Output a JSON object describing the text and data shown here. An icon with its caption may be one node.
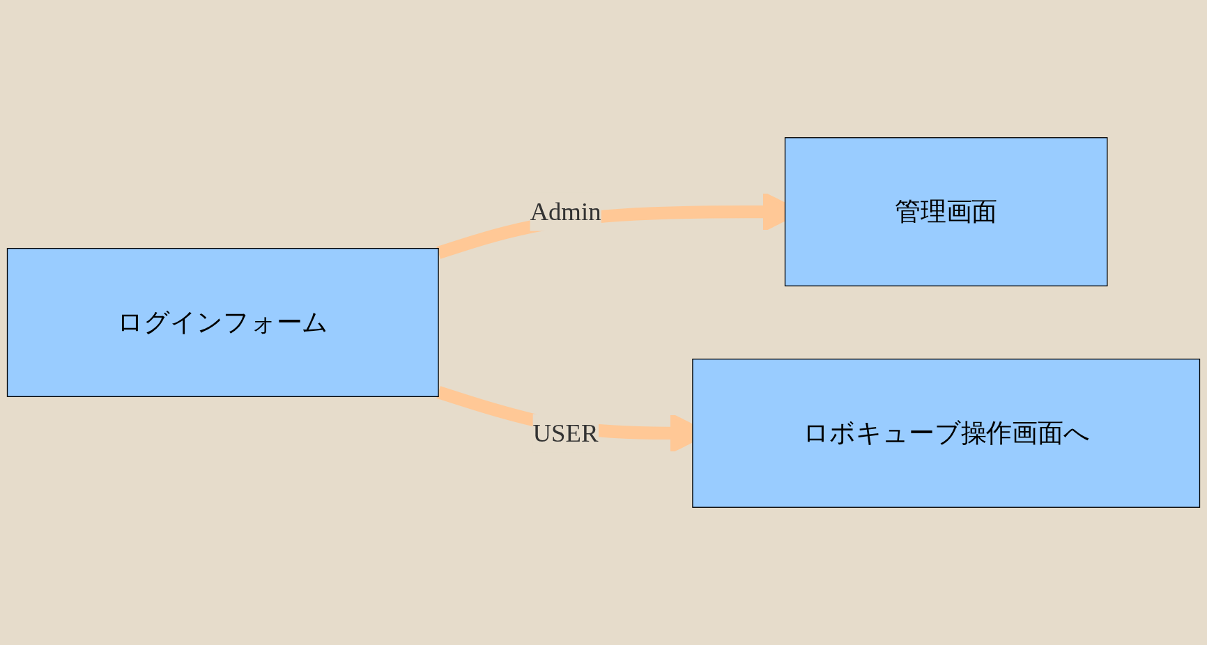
{
  "diagram": {
    "nodes": [
      {
        "text": [
          "ログインフォーム"
        ]
      },
      {
        "text": [
          "管理画面"
        ]
      },
      {
        "text": [
          "ロボキューブ操作画面へ"
        ]
      }
    ],
    "edges": [
      {
        "from": 0,
        "to": 1,
        "arrow": "to",
        "label": "Admin"
      },
      {
        "from": 0,
        "to": 2,
        "arrow": "to",
        "label": "USER"
      }
    ]
  }
}
